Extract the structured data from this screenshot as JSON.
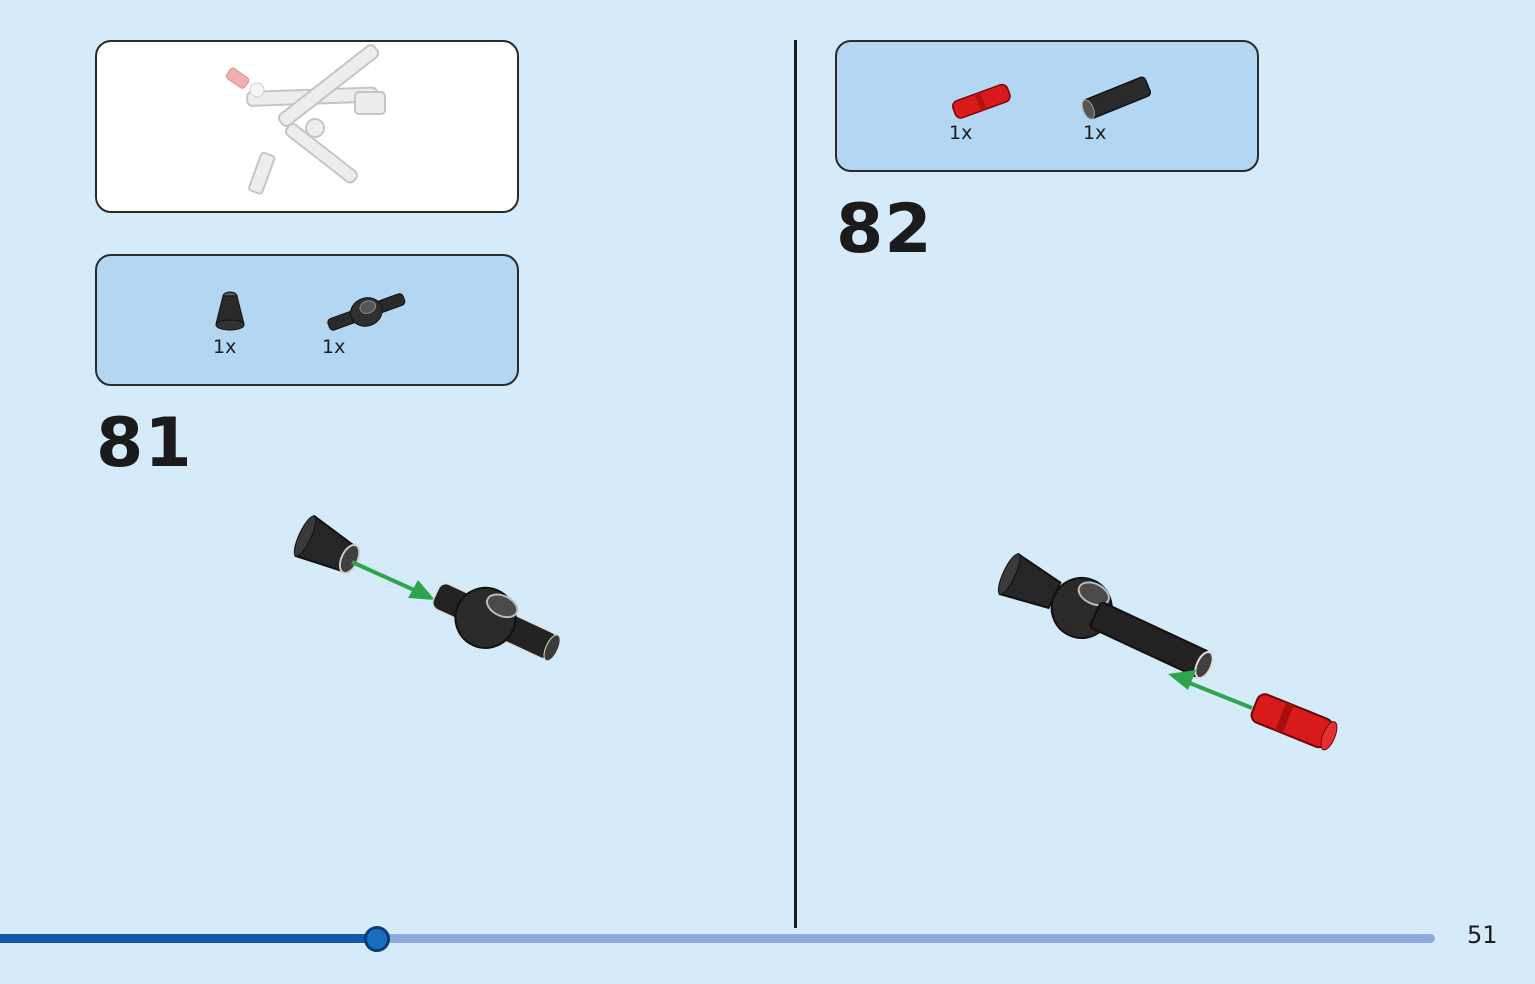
{
  "step_81": {
    "number": "81",
    "parts": [
      {
        "name": "black-cone-part",
        "qty": "1x"
      },
      {
        "name": "black-axle-connector-part",
        "qty": "1x"
      }
    ]
  },
  "step_82": {
    "number": "82",
    "parts": [
      {
        "name": "red-axle-pin-part",
        "qty": "1x"
      },
      {
        "name": "black-axle-part",
        "qty": "1x"
      }
    ]
  },
  "page": {
    "number": "51",
    "progress": 0.263
  },
  "colors": {
    "background": "#d5ebfa",
    "parts_box": "#b3d6f3",
    "progress_fill": "#0f5aa8",
    "progress_track": "#8cabdc",
    "arrow": "#2fa44f",
    "red_part": "#d81a1a",
    "black_part": "#222222"
  }
}
